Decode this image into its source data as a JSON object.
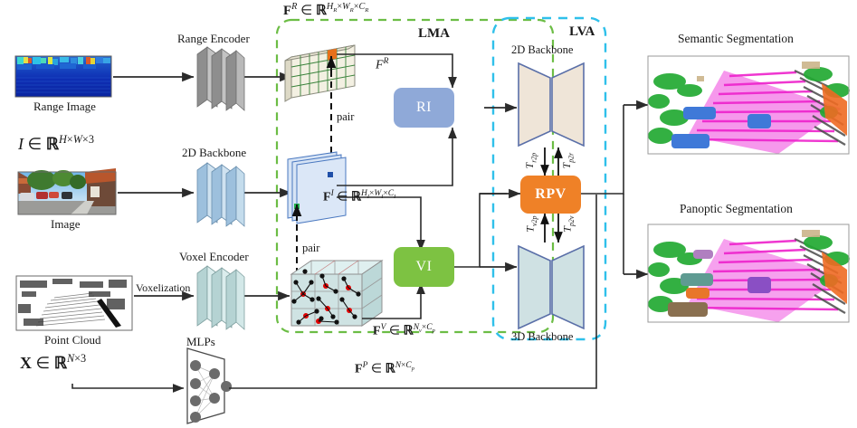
{
  "figure": {
    "title": "Multi-modal LiDAR-camera segmentation architecture",
    "background": "#ffffff"
  },
  "inputs": {
    "range": {
      "image_caption": "Range Image",
      "encoder_label": "Range Encoder",
      "encoder_color": "#9a9a9a"
    },
    "camera": {
      "formula": "I ∈ ℝ^{H×W×3}",
      "formula_parts": {
        "sym": "I",
        "in": "∈",
        "field": "ℝ",
        "sup_h": "H",
        "times1": "×",
        "sup_w": "W",
        "times2": "×",
        "sup_c": "3"
      },
      "image_caption": "Image",
      "encoder_label": "2D Backbone",
      "encoder_color": "#aecbe4"
    },
    "lidar": {
      "image_caption": "Point Cloud",
      "formula_parts": {
        "sym": "X",
        "in": "∈",
        "field": "ℝ",
        "sup_n": "N",
        "times": "×",
        "sup_c": "3"
      },
      "voxelization_label": "Voxelization",
      "encoder_label": "Voxel Encoder",
      "encoder_color": "#cfe3e3",
      "mlp_label": "MLPs"
    }
  },
  "lma": {
    "label": "LMA",
    "border_color": "#6cbd45",
    "range_feature_formula": {
      "sym": "F",
      "sup": "R",
      "in": "∈",
      "field": "ℝ",
      "s1": "H",
      "s1s": "R",
      "x1": "×",
      "s2": "W",
      "s2s": "R",
      "x2": "×",
      "s3": "C",
      "s3s": "R"
    },
    "range_feature_arrow_label": {
      "sym": "F",
      "sup": "R"
    },
    "image_feature_formula": {
      "sym": "F",
      "sup": "I",
      "in": "∈",
      "field": "ℝ",
      "s1": "H",
      "s1s": "I",
      "x1": "×",
      "s2": "W",
      "s2s": "I",
      "x2": "×",
      "s3": "C",
      "s3s": "I"
    },
    "voxel_feature_formula": {
      "sym": "F",
      "sup": "V",
      "in": "∈",
      "field": "ℝ",
      "s1": "N",
      "s1s": "v",
      "x1": "×",
      "s2": "C",
      "s2s": "p"
    },
    "point_feature_formula": {
      "sym": "F",
      "sup": "P",
      "in": "∈",
      "field": "ℝ",
      "s1": "N",
      "x1": "×",
      "s2": "C",
      "s2s": "p"
    },
    "pair_label_top": "pair",
    "pair_label_bottom": "pair",
    "ri_block": {
      "label": "RI",
      "color": "#8fa9d8"
    },
    "vi_block": {
      "label": "VI",
      "color": "#7dc242"
    }
  },
  "lva": {
    "label": "LVA",
    "border_color": "#2fc0ea",
    "backbone_2d": {
      "label": "2D Backbone",
      "color": "#efe5d8",
      "stroke": "#5a6fa8"
    },
    "backbone_3d": {
      "label": "3D Backbone",
      "color": "#cfe1e3",
      "stroke": "#5a6fa8"
    },
    "rpv_block": {
      "label": "RPV",
      "color": "#ef8127"
    },
    "transforms": {
      "r2p": {
        "sym": "T",
        "sub": "r2p"
      },
      "p2r": {
        "sym": "T",
        "sub": "p2r"
      },
      "v2p": {
        "sym": "T",
        "sub": "v2p"
      },
      "p2v": {
        "sym": "T",
        "sub": "p2v"
      }
    }
  },
  "outputs": {
    "semantic": {
      "caption": "Semantic Segmentation"
    },
    "panoptic": {
      "caption": "Panoptic Segmentation"
    }
  },
  "colors": {
    "arrow": "#2b2b2b",
    "grid_green": "#2f7d32",
    "range_feat_fill": "#f2efe0",
    "orange_cell": "#e8701a",
    "green_cell": "#22b14c",
    "blue_cell": "#1f4fa8",
    "image_feat_fill": "#d7e4f5",
    "image_feat_stroke": "#4a78c0",
    "voxel_fill": "#cfe3e3",
    "voxel_stroke": "#8f8f8f",
    "dot_red": "#e00000",
    "dot_black": "#111111"
  }
}
